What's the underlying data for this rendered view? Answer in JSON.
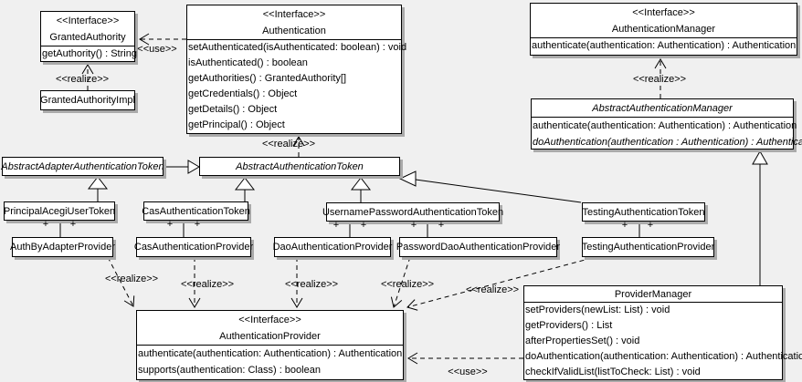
{
  "diagram": {
    "background_color": "#f0f0f0",
    "box_fill": "#ffffff",
    "border_color": "#000000",
    "shadow_color": "#aaaaaa"
  },
  "labels": {
    "use": "<<use>>",
    "realize": "<<realize>>",
    "plus": "+"
  },
  "classes": {
    "granted_authority": {
      "stereotype": "<<Interface>>",
      "name": "GrantedAuthority",
      "methods": [
        "getAuthority() : String"
      ]
    },
    "granted_authority_impl": {
      "name": "GrantedAuthorityImpl"
    },
    "authentication": {
      "stereotype": "<<Interface>>",
      "name": "Authentication",
      "methods": [
        "setAuthenticated(isAuthenticated: boolean) : void",
        "isAuthenticated() : boolean",
        "getAuthorities() : GrantedAuthority[]",
        "getCredentials() : Object",
        "getDetails() : Object",
        "getPrincipal() : Object"
      ]
    },
    "authentication_manager": {
      "stereotype": "<<Interface>>",
      "name": "AuthenticationManager",
      "methods": [
        "authenticate(authentication: Authentication) : Authentication"
      ]
    },
    "abstract_authentication_manager": {
      "name": "AbstractAuthenticationManager",
      "methods": [
        "authenticate(authentication: Authentication) : Authentication",
        "doAuthentication(authentication : Authentication) : Authentication"
      ]
    },
    "abstract_adapter_authentication_token": {
      "name": "AbstractAdapterAuthenticationToken"
    },
    "abstract_authentication_token": {
      "name": "AbstractAuthenticationToken"
    },
    "principal_acegi_user_token": {
      "name": "PrincipalAcegiUserToken"
    },
    "cas_authentication_token": {
      "name": "CasAuthenticationToken"
    },
    "username_password_authentication_token": {
      "name": "UsernamePasswordAuthenticationToken"
    },
    "testing_authentication_token": {
      "name": "TestingAuthenticationToken"
    },
    "auth_by_adapter_provider": {
      "name": "AuthByAdapterProvider"
    },
    "cas_authentication_provider": {
      "name": "CasAuthenticationProvider"
    },
    "dao_authentication_provider": {
      "name": "DaoAuthenticationProvider"
    },
    "password_dao_authentication_provider": {
      "name": "PasswordDaoAuthenticationProvider"
    },
    "testing_authentication_provider": {
      "name": "TestingAuthenticationProvider"
    },
    "authentication_provider": {
      "stereotype": "<<Interface>>",
      "name": "AuthenticationProvider",
      "methods": [
        "authenticate(authentication: Authentication) : Authentication",
        "supports(authentication: Class) : boolean"
      ]
    },
    "provider_manager": {
      "name": "ProviderManager",
      "methods": [
        "setProviders(newList: List) : void",
        "getProviders() : List",
        "afterPropertiesSet() : void",
        "doAuthentication(authentication: Authentication) : Authentication",
        "checkIfValidList(listToCheck: List) : void"
      ]
    }
  },
  "relationships": [
    {
      "type": "use",
      "from": "Authentication",
      "to": "GrantedAuthority"
    },
    {
      "type": "realize",
      "from": "GrantedAuthorityImpl",
      "to": "GrantedAuthority"
    },
    {
      "type": "realize",
      "from": "AbstractAuthenticationToken",
      "to": "Authentication"
    },
    {
      "type": "realize",
      "from": "AbstractAuthenticationManager",
      "to": "AuthenticationManager"
    },
    {
      "type": "generalization",
      "from": "AbstractAdapterAuthenticationToken",
      "to": "AbstractAuthenticationToken"
    },
    {
      "type": "generalization",
      "from": "PrincipalAcegiUserToken",
      "to": "AbstractAdapterAuthenticationToken"
    },
    {
      "type": "generalization",
      "from": "CasAuthenticationToken",
      "to": "AbstractAuthenticationToken"
    },
    {
      "type": "generalization",
      "from": "UsernamePasswordAuthenticationToken",
      "to": "AbstractAuthenticationToken"
    },
    {
      "type": "generalization",
      "from": "TestingAuthenticationToken",
      "to": "AbstractAuthenticationToken"
    },
    {
      "type": "generalization",
      "from": "ProviderManager",
      "to": "AbstractAuthenticationManager"
    },
    {
      "type": "association",
      "from": "PrincipalAcegiUserToken",
      "to": "AuthByAdapterProvider"
    },
    {
      "type": "association",
      "from": "CasAuthenticationToken",
      "to": "CasAuthenticationProvider"
    },
    {
      "type": "association",
      "from": "UsernamePasswordAuthenticationToken",
      "to": "DaoAuthenticationProvider"
    },
    {
      "type": "association",
      "from": "UsernamePasswordAuthenticationToken",
      "to": "PasswordDaoAuthenticationProvider"
    },
    {
      "type": "association",
      "from": "TestingAuthenticationToken",
      "to": "TestingAuthenticationProvider"
    },
    {
      "type": "realize",
      "from": "AuthByAdapterProvider",
      "to": "AuthenticationProvider"
    },
    {
      "type": "realize",
      "from": "CasAuthenticationProvider",
      "to": "AuthenticationProvider"
    },
    {
      "type": "realize",
      "from": "DaoAuthenticationProvider",
      "to": "AuthenticationProvider"
    },
    {
      "type": "realize",
      "from": "PasswordDaoAuthenticationProvider",
      "to": "AuthenticationProvider"
    },
    {
      "type": "realize",
      "from": "TestingAuthenticationProvider",
      "to": "AuthenticationProvider"
    },
    {
      "type": "use",
      "from": "ProviderManager",
      "to": "AuthenticationProvider"
    }
  ]
}
